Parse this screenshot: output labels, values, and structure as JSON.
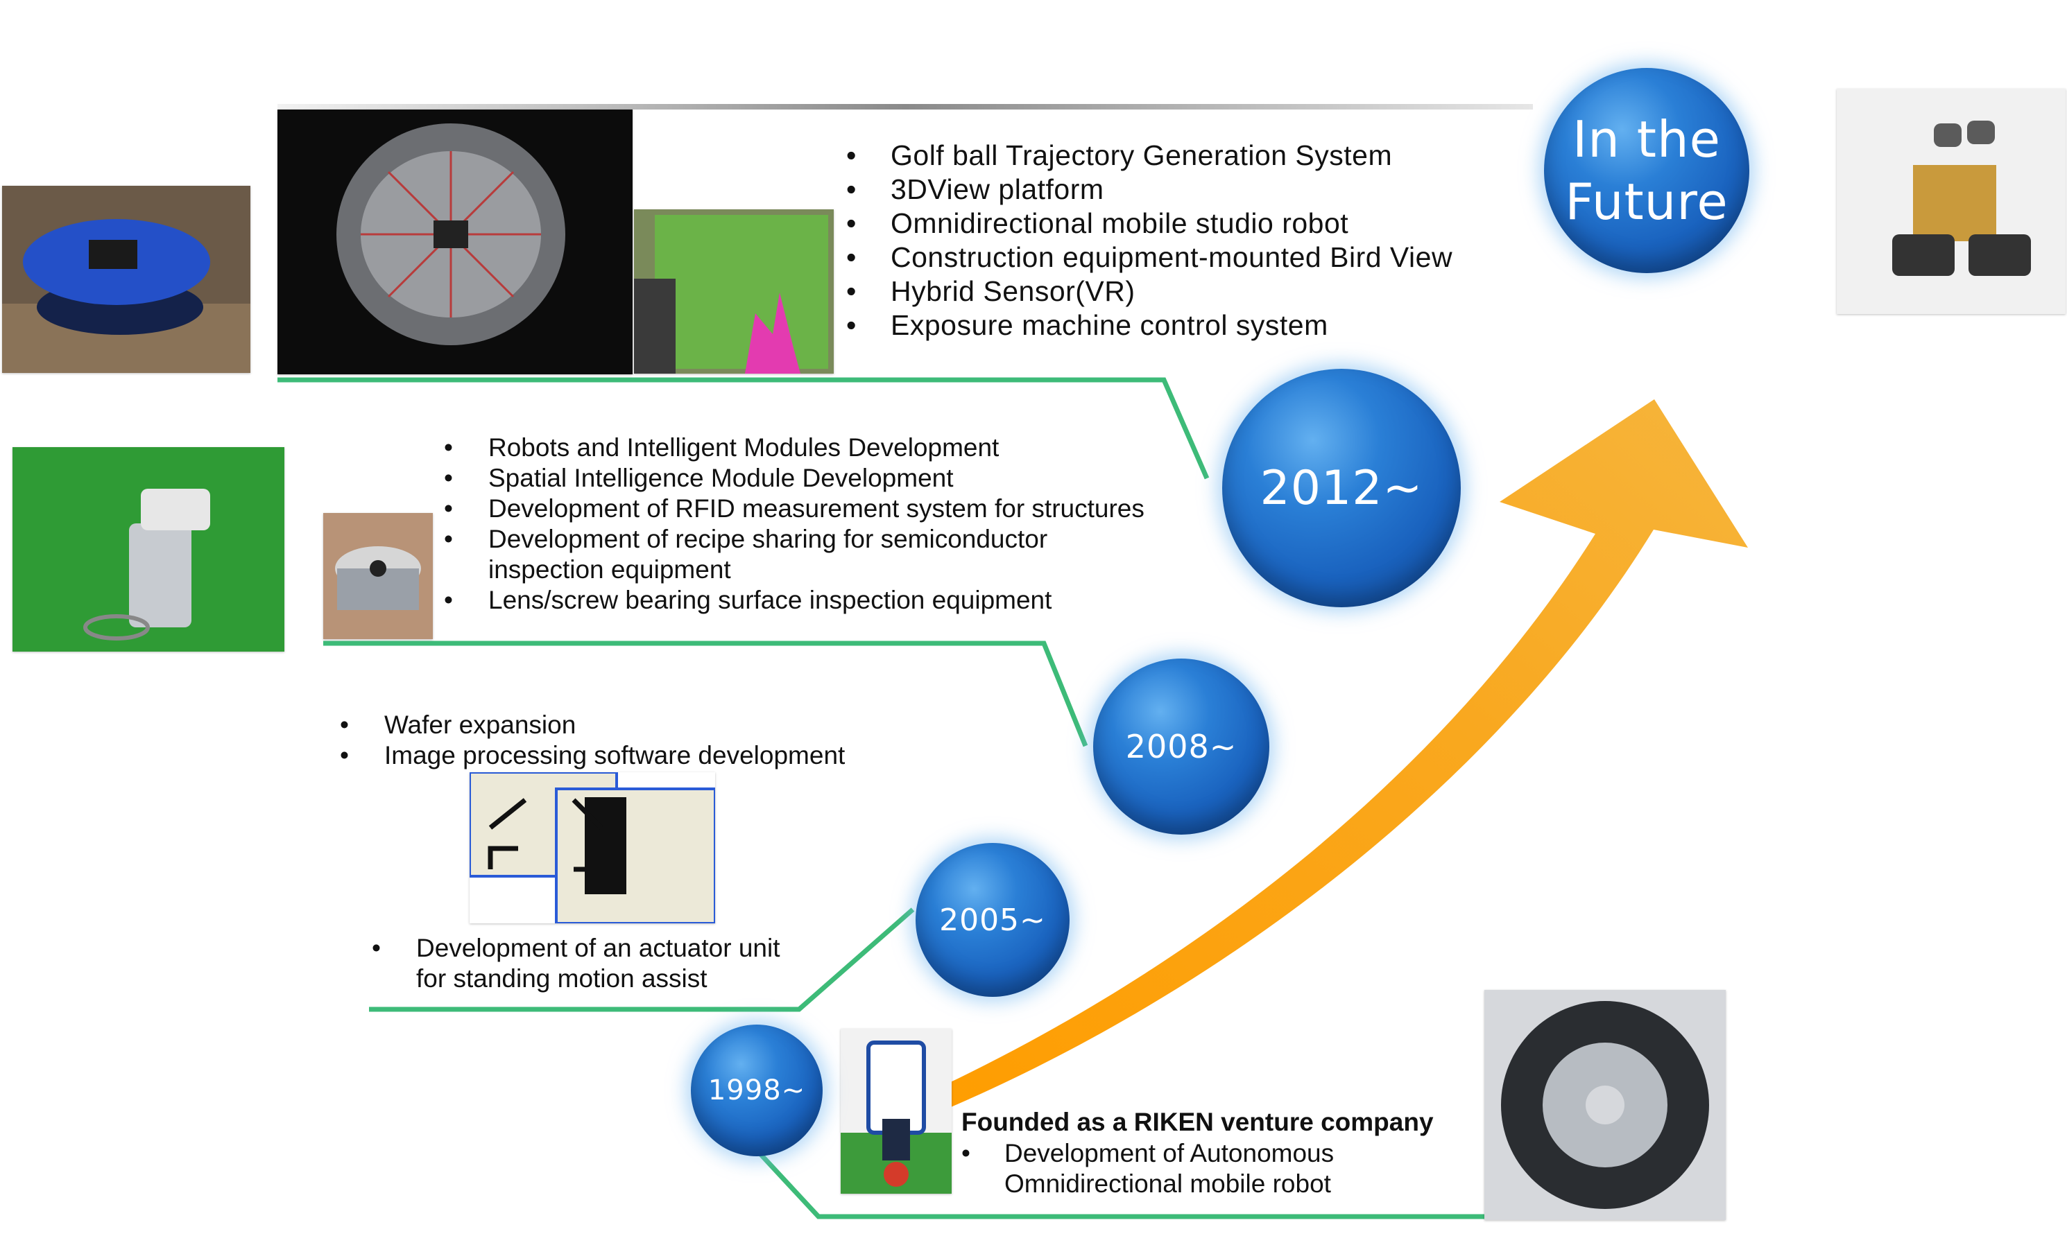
{
  "milestones": {
    "future": {
      "label_line1": "In the",
      "label_line2": "Future"
    },
    "m2012": {
      "label": "2012~",
      "items": [
        "Golf ball Trajectory Generation System",
        "3DView platform",
        "Omnidirectional mobile studio robot",
        "Construction equipment-mounted Bird View",
        "Hybrid Sensor(VR)",
        "Exposure machine control system"
      ]
    },
    "m2008": {
      "label": "2008~",
      "items": [
        "Robots and Intelligent Modules Development",
        "Spatial Intelligence Module Development",
        "Development of RFID measurement system for structures",
        "Development of recipe sharing for semiconductor\ninspection equipment",
        "Lens/screw bearing surface inspection equipment"
      ]
    },
    "m2005": {
      "label": "2005~",
      "items": [
        "Wafer expansion",
        "Image processing software development"
      ]
    },
    "m1998": {
      "label": "1998~",
      "items_upper": [
        "Development of an actuator unit\nfor standing motion assist"
      ],
      "founded": "Founded as a RIKEN venture company",
      "items_lower": [
        "Development of Autonomous\n       Omnidirectional mobile robot"
      ]
    }
  },
  "colors": {
    "timeline_green": "#3dbb78",
    "bubble_blue": "#1a63bf",
    "arrow_orange": "#f7a21a",
    "top_bar_gray": "#8a8a8a"
  },
  "icons": [
    "robot-platform-photo",
    "fisheye-view-photo",
    "trajectory-plot-photo",
    "wall-e-robot-photo",
    "sensor-unit-photo",
    "octagon-robot-photo",
    "software-screenshot",
    "actuator-robot-photo",
    "omni-wheel-photo"
  ]
}
